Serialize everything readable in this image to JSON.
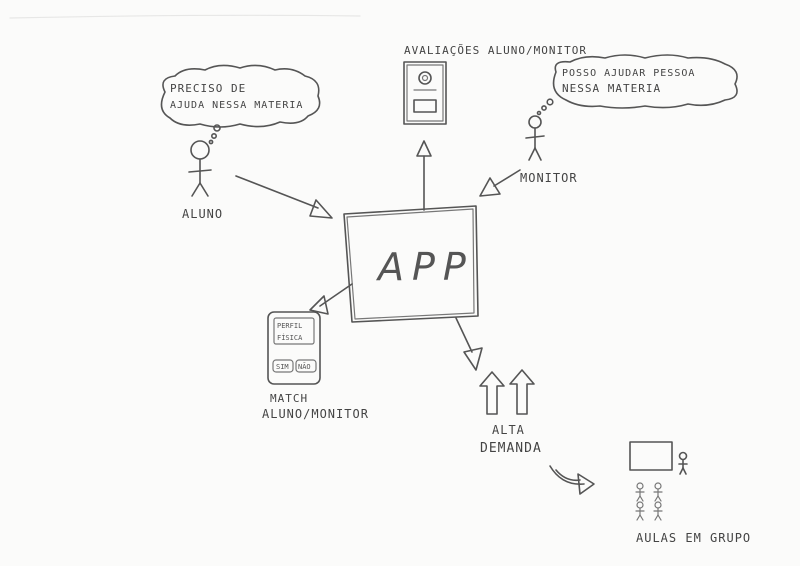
{
  "student": {
    "thought": [
      "PRECISO DE",
      "AJUDA NESSA MATERIA"
    ],
    "label": "ALUNO"
  },
  "monitor": {
    "thought": [
      "POSSO AJUDAR PESSOA",
      "NESSA MATERIA"
    ],
    "label": "MONITOR"
  },
  "app": {
    "label": "APP"
  },
  "reviews": {
    "label": "AVALIAÇÕES ALUNO/MONITOR"
  },
  "match": {
    "label": [
      "MATCH",
      "ALUNO/MONITOR"
    ],
    "phone_labels": [
      "PERFIL",
      "FÍSICA",
      "SIM",
      "NÃO"
    ]
  },
  "demand": {
    "label": [
      "ALTA",
      "DEMANDA"
    ]
  },
  "group": {
    "label": "AULAS EM GRUPO"
  },
  "colors": {
    "ink": "#555555",
    "paper": "#fbfbfa"
  }
}
